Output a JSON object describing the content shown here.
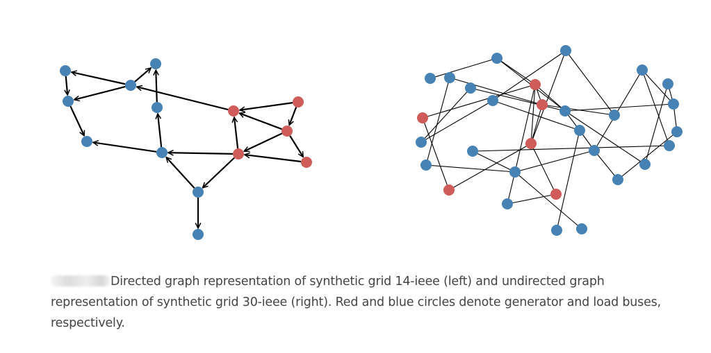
{
  "colors": {
    "generator": "#d05c5a",
    "load": "#4682b4",
    "edge": "#000000"
  },
  "left_graph": {
    "directed": true,
    "nodes": [
      {
        "id": "a",
        "type": "load"
      },
      {
        "id": "b",
        "type": "load"
      },
      {
        "id": "c",
        "type": "load"
      },
      {
        "id": "d",
        "type": "load"
      },
      {
        "id": "e",
        "type": "load"
      },
      {
        "id": "f",
        "type": "load"
      },
      {
        "id": "g",
        "type": "load"
      },
      {
        "id": "h",
        "type": "load"
      },
      {
        "id": "i",
        "type": "load"
      },
      {
        "id": "r1",
        "type": "generator"
      },
      {
        "id": "r2",
        "type": "generator"
      },
      {
        "id": "r3",
        "type": "generator"
      },
      {
        "id": "r4",
        "type": "generator"
      },
      {
        "id": "r5",
        "type": "generator"
      }
    ],
    "edges": [
      [
        "a",
        "d"
      ],
      [
        "c",
        "a"
      ],
      [
        "c",
        "d"
      ],
      [
        "c",
        "b"
      ],
      [
        "e",
        "b"
      ],
      [
        "d",
        "f"
      ],
      [
        "g",
        "f"
      ],
      [
        "g",
        "e"
      ],
      [
        "r1",
        "c"
      ],
      [
        "r2",
        "r1"
      ],
      [
        "r2",
        "r3"
      ],
      [
        "r3",
        "r1"
      ],
      [
        "r3",
        "r4"
      ],
      [
        "r3",
        "r5"
      ],
      [
        "r4",
        "r1"
      ],
      [
        "r4",
        "g"
      ],
      [
        "r5",
        "r4"
      ],
      [
        "r4",
        "h"
      ],
      [
        "h",
        "g"
      ],
      [
        "h",
        "i"
      ]
    ]
  },
  "right_graph": {
    "directed": false,
    "nodes": [
      {
        "id": "n1",
        "type": "load"
      },
      {
        "id": "n2",
        "type": "load"
      },
      {
        "id": "n3",
        "type": "load"
      },
      {
        "id": "n4",
        "type": "load"
      },
      {
        "id": "n5",
        "type": "load"
      },
      {
        "id": "n6",
        "type": "load"
      },
      {
        "id": "n7",
        "type": "generator"
      },
      {
        "id": "n8",
        "type": "generator"
      },
      {
        "id": "n9",
        "type": "load"
      },
      {
        "id": "n10",
        "type": "load"
      },
      {
        "id": "n11",
        "type": "load"
      },
      {
        "id": "n12",
        "type": "load"
      },
      {
        "id": "n13",
        "type": "load"
      },
      {
        "id": "n14",
        "type": "generator"
      },
      {
        "id": "n15",
        "type": "load"
      },
      {
        "id": "n16",
        "type": "load"
      },
      {
        "id": "n17",
        "type": "load"
      },
      {
        "id": "n18",
        "type": "generator"
      },
      {
        "id": "n19",
        "type": "load"
      },
      {
        "id": "n20",
        "type": "load"
      },
      {
        "id": "n21",
        "type": "load"
      },
      {
        "id": "n22",
        "type": "load"
      },
      {
        "id": "n23",
        "type": "load"
      },
      {
        "id": "n24",
        "type": "load"
      },
      {
        "id": "n25",
        "type": "load"
      },
      {
        "id": "n26",
        "type": "generator"
      },
      {
        "id": "n27",
        "type": "generator"
      },
      {
        "id": "n28",
        "type": "load"
      },
      {
        "id": "n29",
        "type": "load"
      },
      {
        "id": "n30",
        "type": "load"
      }
    ],
    "edges": [
      [
        "n3",
        "n1"
      ],
      [
        "n1",
        "n7"
      ],
      [
        "n1",
        "n9"
      ],
      [
        "n2",
        "n6"
      ],
      [
        "n2",
        "n18"
      ],
      [
        "n2",
        "n10"
      ],
      [
        "n4",
        "n22"
      ],
      [
        "n4",
        "n8"
      ],
      [
        "n5",
        "n17"
      ],
      [
        "n5",
        "n9"
      ],
      [
        "n6",
        "n17"
      ],
      [
        "n6",
        "n15"
      ],
      [
        "n14",
        "n7"
      ],
      [
        "n14",
        "n26"
      ],
      [
        "n7",
        "n8"
      ],
      [
        "n7",
        "n18"
      ],
      [
        "n7",
        "n23"
      ],
      [
        "n7",
        "n9"
      ],
      [
        "n8",
        "n10"
      ],
      [
        "n8",
        "n18"
      ],
      [
        "n9",
        "n13"
      ],
      [
        "n9",
        "n15"
      ],
      [
        "n9",
        "n24"
      ],
      [
        "n11",
        "n20"
      ],
      [
        "n11",
        "n13"
      ],
      [
        "n11",
        "n21"
      ],
      [
        "n12",
        "n13"
      ],
      [
        "n12",
        "n24"
      ],
      [
        "n13",
        "n16"
      ],
      [
        "n16",
        "n25"
      ],
      [
        "n15",
        "n20"
      ],
      [
        "n15",
        "n29"
      ],
      [
        "n20",
        "n25"
      ],
      [
        "n19",
        "n21"
      ],
      [
        "n19",
        "n23"
      ],
      [
        "n22",
        "n23"
      ],
      [
        "n23",
        "n20"
      ],
      [
        "n23",
        "n28"
      ],
      [
        "n23",
        "n30"
      ],
      [
        "n18",
        "n26"
      ],
      [
        "n18",
        "n27"
      ],
      [
        "n27",
        "n28"
      ]
    ]
  },
  "caption": {
    "label_redacted": "",
    "text": "Directed graph representation of synthetic grid 14-ieee (left) and undirected graph representation of synthetic grid 30-ieee (right). Red and blue circles denote generator and load buses, respectively."
  }
}
